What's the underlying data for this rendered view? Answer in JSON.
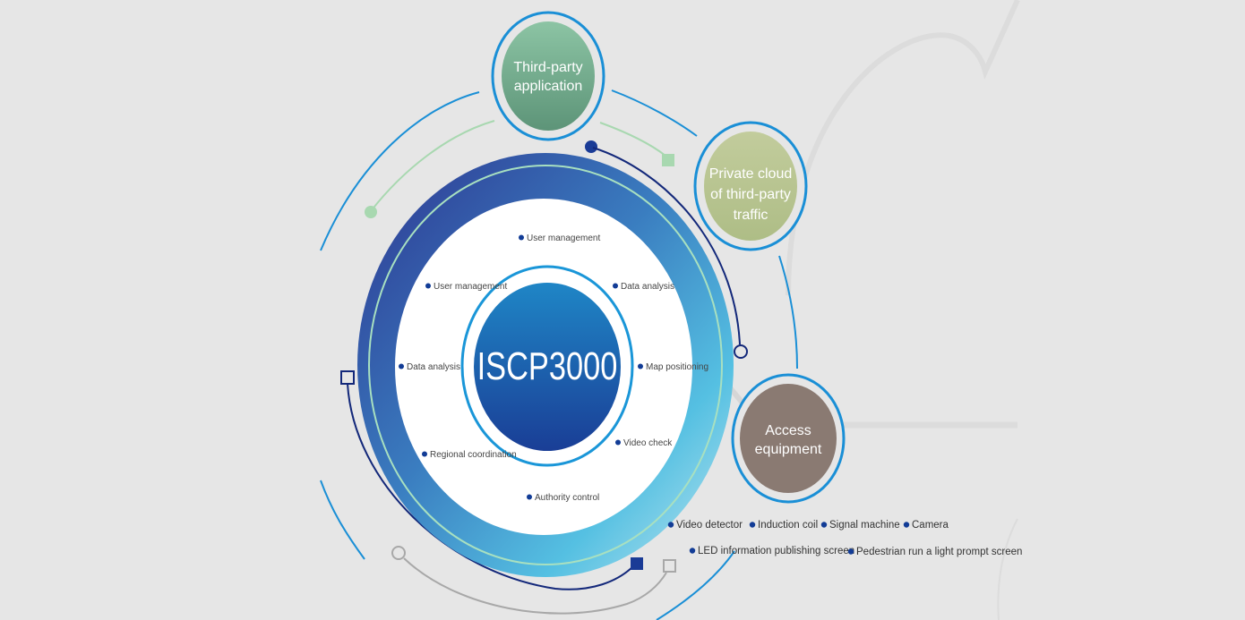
{
  "core": {
    "title": "ISCP3000",
    "features": [
      "User management",
      "Data analysis",
      "Map positioning",
      "Video check",
      "Authority control",
      "Regional coordination",
      "Data analysis",
      "User management"
    ]
  },
  "satellites": [
    {
      "lines": [
        "Third-party",
        "application"
      ],
      "color": "#6fa98a"
    },
    {
      "lines": [
        "Private cloud",
        "of third-party",
        "traffic"
      ],
      "color": "#b6c48f"
    },
    {
      "lines": [
        "Access",
        "equipment"
      ],
      "color": "#8a7a72"
    }
  ],
  "access_equipment_items": [
    "Video detector",
    "Induction coil",
    "Signal machine",
    "Camera",
    "LED information publishing screen",
    "Pedestrian run a light prompt screen"
  ],
  "colors": {
    "background": "#e6e6e6",
    "ring_dark": "#2f3f96",
    "ring_light": "#5cc3e0",
    "accent_blue": "#1a8fd6",
    "navy": "#13287a",
    "green_line": "#a8d8b0",
    "gray_line": "#a8a8a8",
    "dot": "#123c96"
  }
}
